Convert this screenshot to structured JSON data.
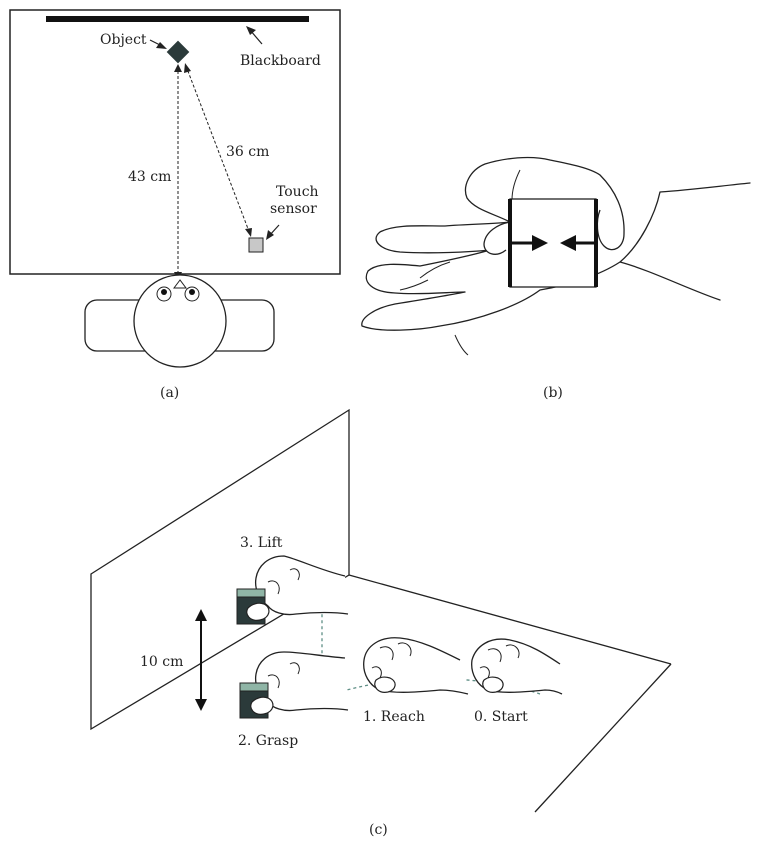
{
  "panel_a": {
    "caption": "(a)",
    "object_label": "Object",
    "blackboard_label": "Blackboard",
    "distance_vertical": "43 cm",
    "distance_diagonal": "36 cm",
    "touch_sensor_label_line1": "Touch",
    "touch_sensor_label_line2": "sensor"
  },
  "panel_b": {
    "caption": "(b)"
  },
  "panel_c": {
    "caption": "(c)",
    "step_lift": "3. Lift",
    "step_grasp": "2. Grasp",
    "step_reach": "1. Reach",
    "step_start": "0. Start",
    "lift_height": "10 cm"
  },
  "colors": {
    "ink": "#222222",
    "object": "#2b3a3a",
    "sensor": "#c8c8c8",
    "cube_top": "#8fb5a6",
    "trajectory": "#5f8f86"
  }
}
